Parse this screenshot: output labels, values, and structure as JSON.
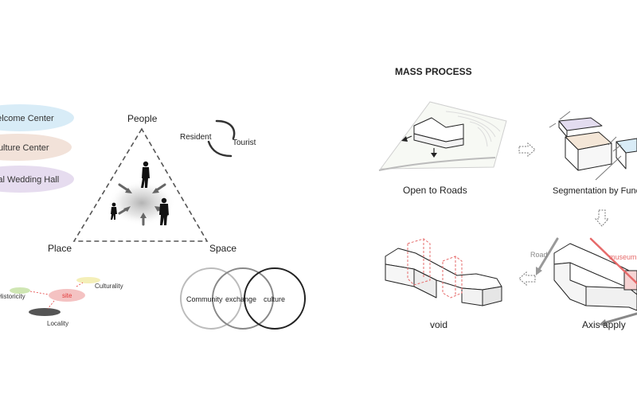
{
  "programs": {
    "welcome": "Welcome Center",
    "culture": "Culture Center",
    "wedding": "Traditional Wedding Hall"
  },
  "triangle": {
    "people": "People",
    "place": "Place",
    "space": "Space"
  },
  "users": {
    "resident": "Resident",
    "tourist": "Tourist"
  },
  "site_diagram": {
    "historicity": "Historicity",
    "site": "site",
    "culturality": "Culturality",
    "locality": "Locality"
  },
  "venn": {
    "community": "Community",
    "exchange": "exchange",
    "culture": "culture"
  },
  "mass_process": {
    "title": "MASS PROCESS",
    "step1": "Open to Roads",
    "step2": "Segmentation by Function",
    "step3": "Axis apply",
    "step4": "void",
    "road_label": "Road",
    "museum_label": "museum"
  },
  "colors": {
    "welcome_bubble": "#d8ecf7",
    "culture_bubble": "#f2e2d9",
    "wedding_bubble": "#e6dcef",
    "site_red": "#e33b3b",
    "axis_red": "#e66a6a"
  }
}
